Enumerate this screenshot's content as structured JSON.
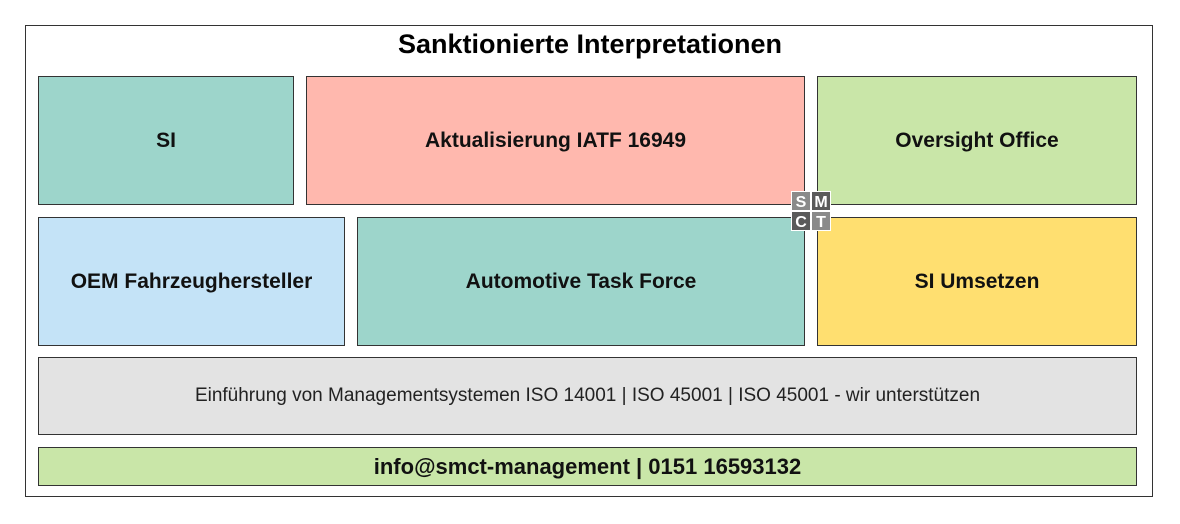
{
  "title": "Sanktionierte Interpretationen",
  "boxes": {
    "si": {
      "label": "SI",
      "color": "#9dd5cb"
    },
    "iatf": {
      "label": "Aktualisierung IATF 16949",
      "color": "#ffb8ae"
    },
    "office": {
      "label": "Oversight Office",
      "color": "#c9e6a8"
    },
    "oem": {
      "label": "OEM Fahrzeughersteller",
      "color": "#c4e3f7"
    },
    "atf": {
      "label": "Automotive Task Force",
      "color": "#9dd5cb"
    },
    "umsetzen": {
      "label": "SI Umsetzen",
      "color": "#ffdf70"
    },
    "iso": {
      "label": "Einführung von Managementsystemen ISO 14001 | ISO 45001 | ISO 45001 - wir unterstützen",
      "color": "#e3e3e3"
    },
    "contact": {
      "label": "info@smct-management | 0151 16593132",
      "color": "#c9e6a8"
    }
  },
  "logo": {
    "top_left": "S",
    "top_right": "M",
    "bottom_left": "C",
    "bottom_right": "T"
  }
}
